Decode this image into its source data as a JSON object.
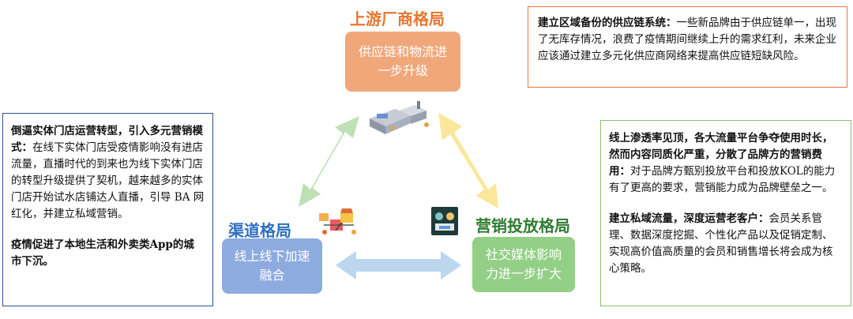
{
  "top": {
    "title": "上游厂商格局",
    "box": "供应链和物流进一步升级",
    "note_bold": "建立区域备份的供应链系统：",
    "note_text": "一些新品牌由于供应链单一，出现了无库存情况，浪费了疫情期间继续上升的需求红利，未来企业应该通过建立多元化供应商网络来提高供应链短缺风险。",
    "color": "#e8772e"
  },
  "left": {
    "title": "渠道格局",
    "box": "线上线下加速融合",
    "p1_bold": "倒逼实体门店运营转型，引入多元营销模式：",
    "p1_text": "在线下实体门店受疫情影响没有进店流量，直播时代的到来也为线下实体门店的转型升级提供了契机，越来越多的实体门店开始试水店铺达人直播，引导 BA 网红化，并建立私域营销。",
    "p2_bold": "疫情促进了本地生活和外卖类App的城市下沉。",
    "color": "#2e6fc0"
  },
  "right": {
    "title": "营销投放格局",
    "box": "社交媒体影响力进一步扩大",
    "p1_bold": "线上渗透率见顶，各大流量平台争夺使用时长，然而内容同质化严重，分散了品牌方的营销费用：",
    "p1_text": "对于品牌方甄别投放平台和投放KOL的能力有了更高的要求，营销能力成为品牌壁垒之一。",
    "p2_bold": "建立私域流量，深度运营老客户：",
    "p2_text": "会员关系管理、数据深度挖掘、个性化产品以及促销定制、实现高价值高质量的会员和销售增长将会成为核心策略。",
    "color": "#2f7d32"
  },
  "icons": {
    "top": "factory-logistics-icon",
    "left": "store-channel-icon",
    "right": "social-media-marketing-icon"
  }
}
